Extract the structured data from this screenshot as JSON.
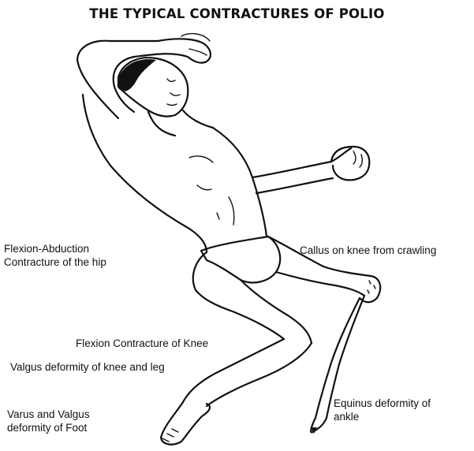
{
  "title": "THE TYPICAL CONTRACTURES OF POLIO",
  "labels": {
    "hip_line1": "Flexion-Abduction",
    "hip_line2": "Contracture of the hip",
    "callus": "Callus on knee from crawling",
    "knee_flexion": "Flexion Contracture of Knee",
    "valgus_knee": "Valgus deformity of knee and leg",
    "foot_line1": "Varus and Valgus",
    "foot_line2": "deformity of Foot",
    "equinus_line1": "Equinus deformity of",
    "equinus_line2": "ankle"
  }
}
